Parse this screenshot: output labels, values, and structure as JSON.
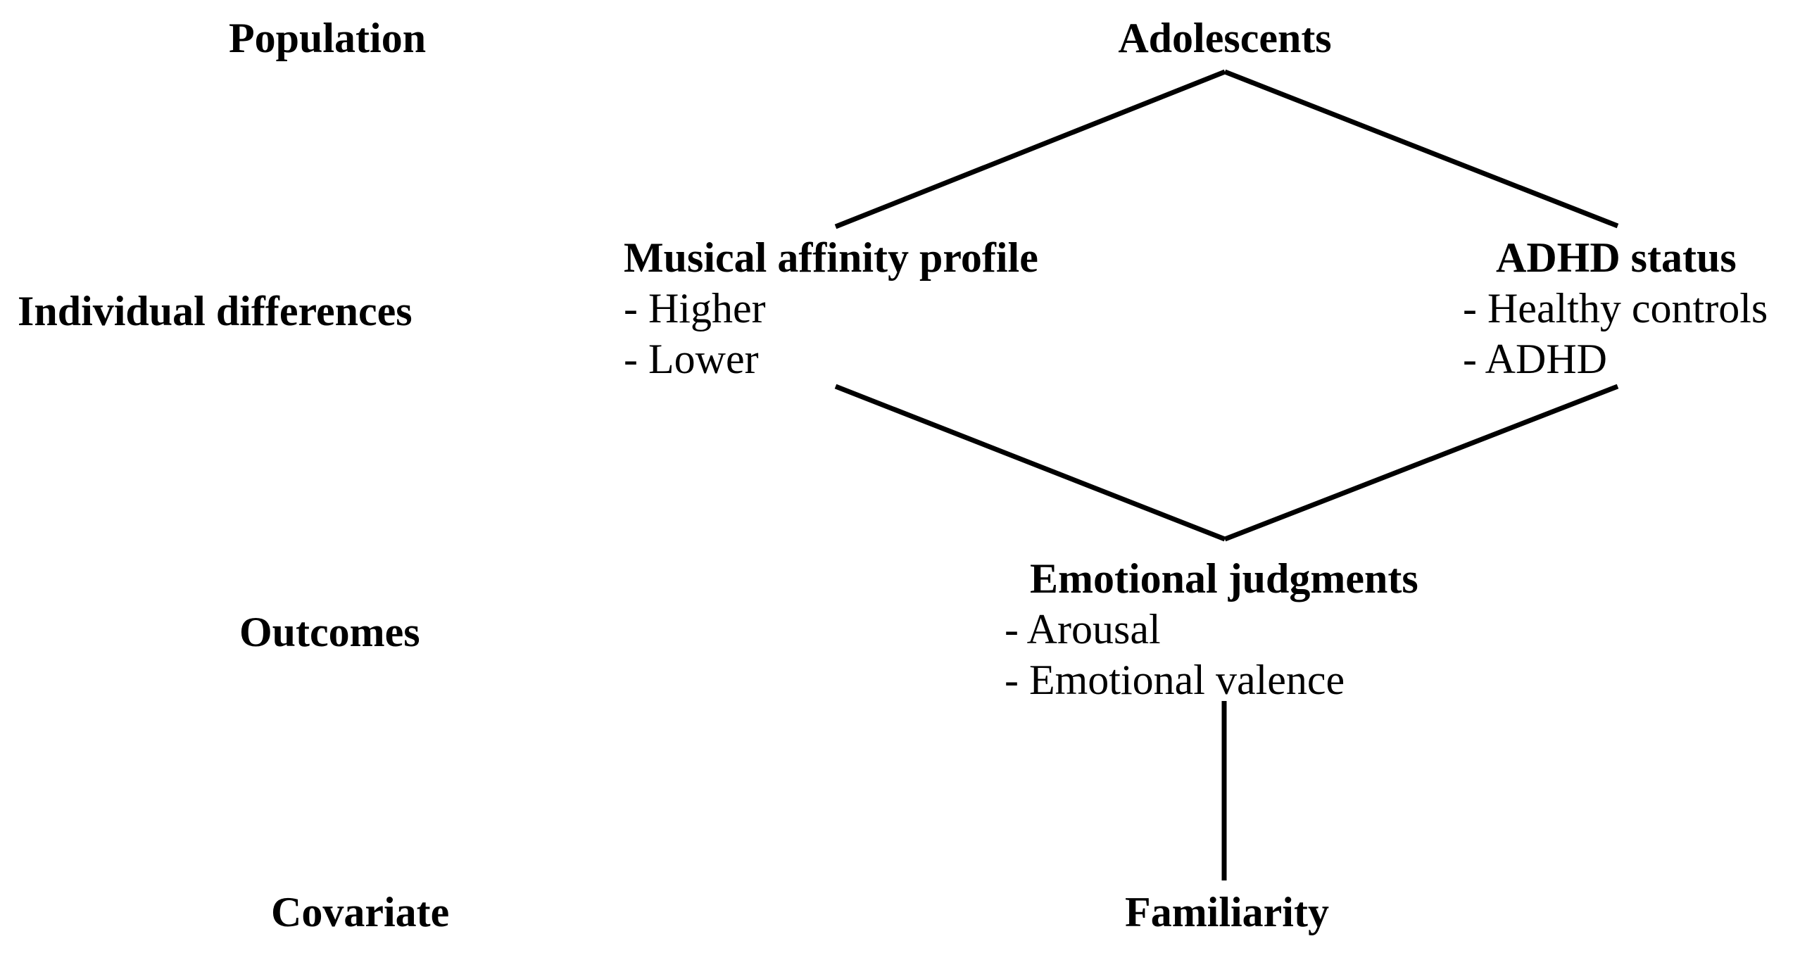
{
  "figure": {
    "background": "#ffffff",
    "text_color": "#000000",
    "line_color": "#000000",
    "row_labels": {
      "population": "Population",
      "individual_differences": "Individual differences",
      "outcomes": "Outcomes",
      "covariate": "Covariate"
    },
    "nodes": {
      "adolescents": {
        "title": "Adolescents"
      },
      "musical_affinity": {
        "title": "Musical affinity profile",
        "items": [
          "- Higher",
          "- Lower"
        ]
      },
      "adhd_status": {
        "title": "ADHD status",
        "items": [
          "- Healthy controls",
          "- ADHD"
        ]
      },
      "emotional_judgments": {
        "title": "Emotional judgments",
        "items": [
          "- Arousal",
          "- Emotional valence"
        ]
      },
      "familiarity": {
        "title": "Familiarity"
      }
    }
  }
}
